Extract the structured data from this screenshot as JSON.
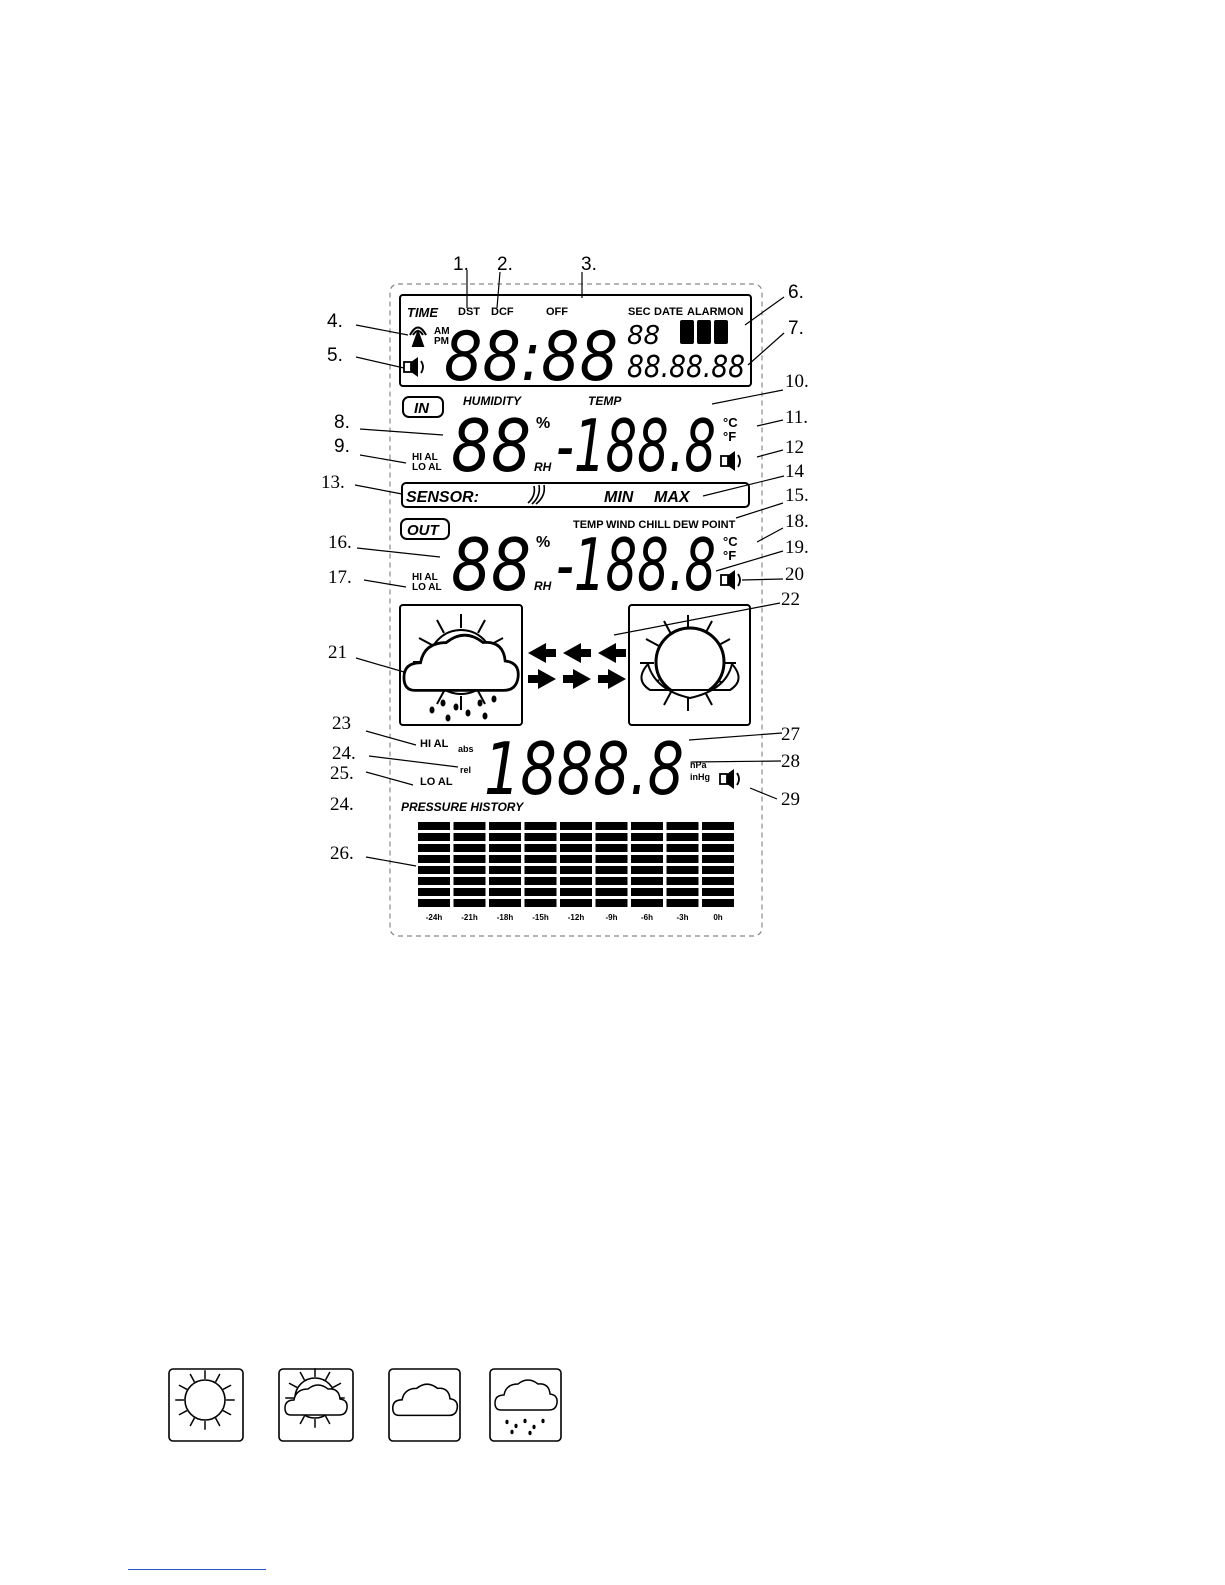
{
  "callouts": [
    "1.",
    "2.",
    "3.",
    "4.",
    "5.",
    "6.",
    "7.",
    "8.",
    "9.",
    "10.",
    "11.",
    "12",
    "13.",
    "14",
    "15.",
    "16.",
    "17.",
    "18.",
    "19.",
    "20",
    "21",
    "22",
    "23",
    "24.",
    "25.",
    "24.",
    "26.",
    "27",
    "28",
    "29"
  ],
  "time_section": {
    "label": "TIME",
    "dst": "DST",
    "dcf": "DCF",
    "off": "OFF",
    "sec": "SEC",
    "date": "DATE",
    "alarm": "ALARM",
    "on": "ON",
    "am": "AM",
    "pm": "PM",
    "clock_digits": "88:88",
    "small_digits": "88",
    "date_digits": "88.88.88"
  },
  "indoor": {
    "badge": "IN",
    "humidity_label": "HUMIDITY",
    "temp_label": "TEMP",
    "humidity_digits": "88",
    "percent": "%",
    "rh": "RH",
    "temp_digits": "-188.8",
    "celsius": "°C",
    "fahrenheit": "°F",
    "hi_al": "HI AL",
    "lo_al": "LO AL"
  },
  "sensor_bar": {
    "label": "SENSOR:",
    "min": "MIN",
    "max": "MAX"
  },
  "outdoor": {
    "badge": "OUT",
    "temp": "TEMP",
    "wind_chill": "WIND CHILL",
    "dew_point": "DEW POINT",
    "humidity_digits": "88",
    "percent": "%",
    "rh": "RH",
    "temp_digits": "-188.8",
    "celsius": "°C",
    "fahrenheit": "°F",
    "hi_al": "HI AL",
    "lo_al": "LO AL"
  },
  "pressure": {
    "hi_al": "HI AL",
    "lo_al": "LO AL",
    "abs": "abs",
    "rel": "rel",
    "digits": "1888.8",
    "hpa": "hPa",
    "inhg": "inHg",
    "history_label": "PRESSURE HISTORY",
    "time_labels": [
      "-24h",
      "-21h",
      "-18h",
      "-15h",
      "-12h",
      "-9h",
      "-6h",
      "-3h",
      "0h"
    ]
  },
  "weather_icons": [
    "sunny",
    "partly-cloudy",
    "cloudy",
    "rainy"
  ]
}
